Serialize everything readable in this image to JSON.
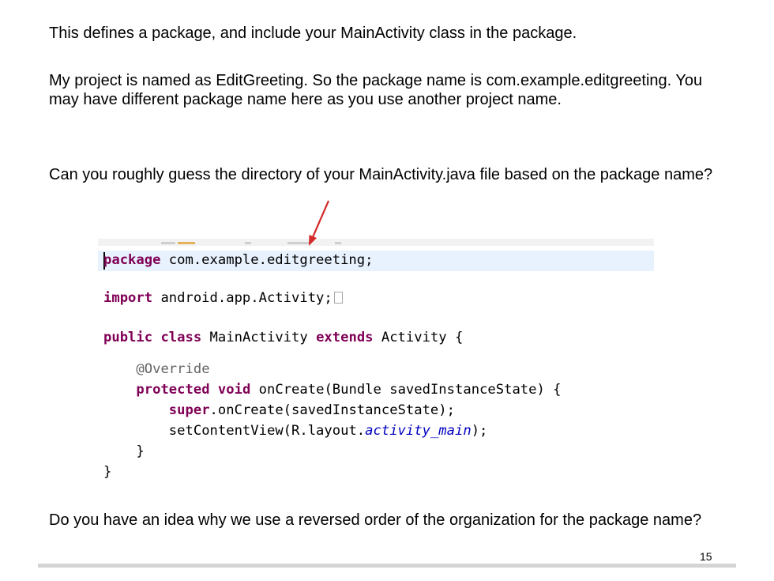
{
  "paragraphs": {
    "p1": "This defines a package, and include your MainActivity class in the package.",
    "p2": "My project is named as EditGreeting. So the package name is com.example.editgreeting. You may have different package name here as you use another project name.",
    "p3": "Can you roughly guess the directory of your MainActivity.java file based on the package name?",
    "p4": "Do you have an idea why we use a reversed order of the organization for the package name?"
  },
  "code": {
    "line1_kw": "package",
    "line1_rest": " com.example.editgreeting;",
    "line2_kw": "import",
    "line2_rest": " android.app.Activity;",
    "line3_kw1": "public",
    "line3_kw2": "class",
    "line3_mid": " MainActivity ",
    "line3_kw3": "extends",
    "line3_rest": " Activity {",
    "line4_ann": "@Override",
    "line5_kw1": "protected",
    "line5_kw2": "void",
    "line5_rest": " onCreate(Bundle savedInstanceState) {",
    "line6_kw": "super",
    "line6_rest": ".onCreate(savedInstanceState);",
    "line7_pre": "setContentView(R.layout.",
    "line7_field": "activity_main",
    "line7_post": ");",
    "line8": "}",
    "line9": "}"
  },
  "page_number": "15",
  "colors": {
    "keyword": "#7f0055",
    "annotation": "#646464",
    "field": "#0000c0",
    "arrow": "#d42a2a",
    "line_highlight": "#e8f2fe",
    "footer_bar": "#d4d4d4"
  }
}
